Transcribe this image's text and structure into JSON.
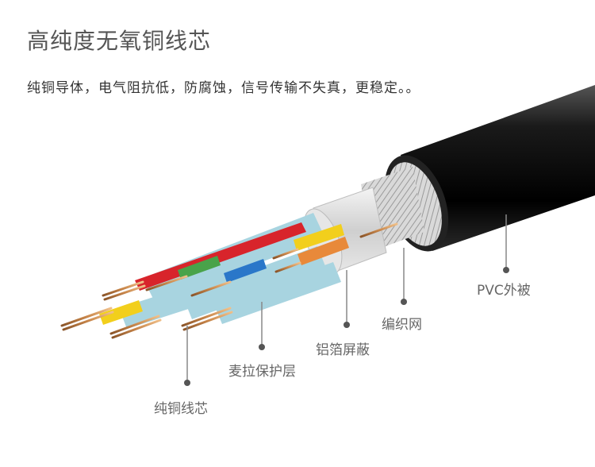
{
  "heading": {
    "title": "高纯度无氧铜线芯",
    "subtitle": "纯铜导体，电气阻抗低，防腐蚀，信号传输不失真，更稳定。。"
  },
  "callouts": {
    "pvc_jacket": "PVC外被",
    "braid": "编织网",
    "foil": "铝箔屏蔽",
    "mylar": "麦拉保护层",
    "core": "纯铜线芯"
  },
  "colors": {
    "background": "#ffffff",
    "jacket": "#111111",
    "mylar": "#a8d4e0",
    "copper": "#c8864a",
    "red": "#d8242b",
    "green": "#49a34a",
    "blue": "#2a77c9",
    "yellow": "#f2cf1c",
    "orange": "#e8893a"
  },
  "icons": [
    "callout-dot-icon"
  ]
}
